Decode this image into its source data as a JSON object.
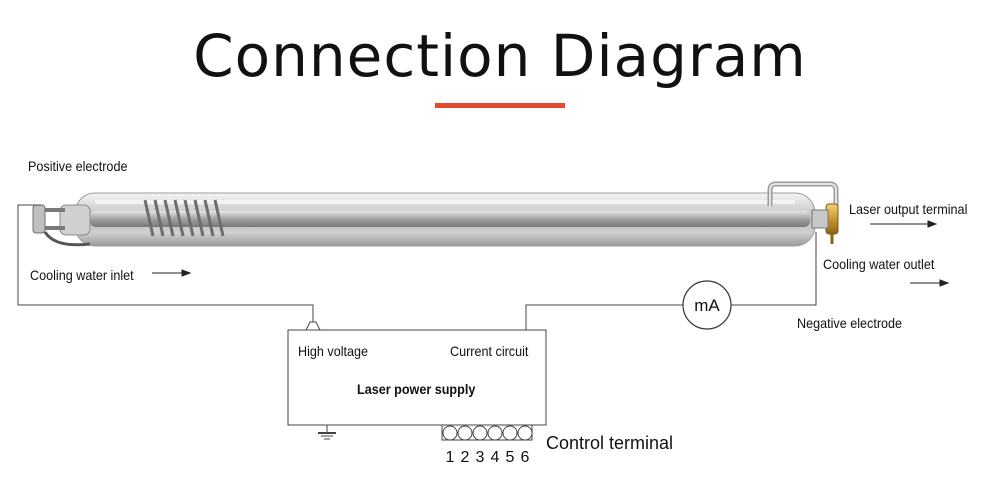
{
  "title": "Connection Diagram",
  "accent_color": "#e2492e",
  "labels": {
    "positive_electrode": "Positive electrode",
    "cooling_water_inlet": "Cooling water inlet",
    "laser_output_terminal": "Laser output terminal",
    "cooling_water_outlet": "Cooling water outlet",
    "negative_electrode": "Negative electrode",
    "high_voltage": "High voltage",
    "current_circuit": "Current circuit",
    "laser_power_supply": "Laser power supply",
    "control_terminal": "Control terminal",
    "ammeter": "mA"
  },
  "control_terminal_pins": [
    "1",
    "2",
    "3",
    "4",
    "5",
    "6"
  ],
  "icons": {
    "ground": "ground-icon",
    "ammeter": "ammeter-icon",
    "arrow": "arrow-right-icon"
  }
}
